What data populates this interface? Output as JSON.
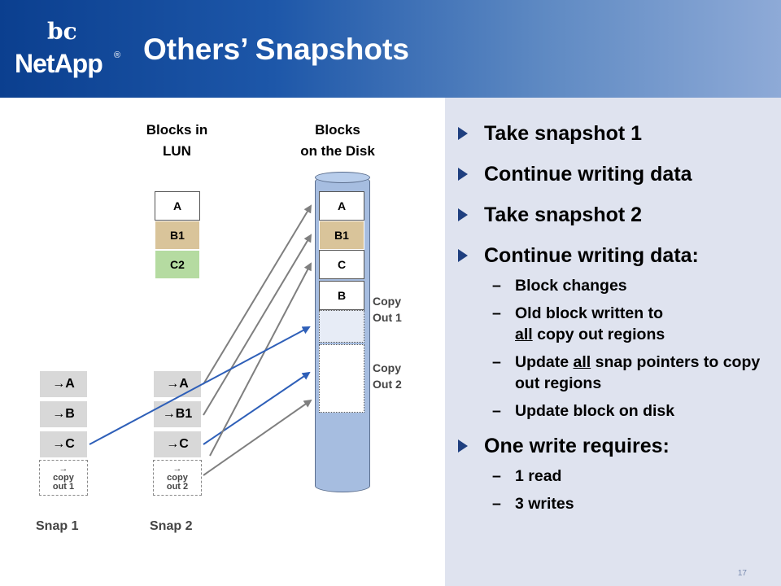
{
  "header": {
    "logo_mark": "bc",
    "logo_text": "NetApp",
    "logo_reg": "®",
    "title": "Others’ Snapshots"
  },
  "diagram": {
    "lun_label": "Blocks in LUN",
    "lun_label_l1": "Blocks in",
    "lun_label_l2": "LUN",
    "disk_label_l1": "Blocks",
    "disk_label_l2": "on the Disk",
    "lun_blocks": [
      "A",
      "B1",
      "C2"
    ],
    "disk_blocks": [
      "A",
      "B1",
      "C",
      "B"
    ],
    "snap1": {
      "pointers": [
        "A",
        "B",
        "C"
      ],
      "copy_l1": "copy",
      "copy_l2": "out 1",
      "label": "Snap 1"
    },
    "snap2": {
      "pointers": [
        "A",
        "B1",
        "C"
      ],
      "copy_l1": "copy",
      "copy_l2": "out 2",
      "label": "Snap 2"
    },
    "copy_out1_l1": "Copy",
    "copy_out1_l2": "Out 1",
    "copy_out2_l1": "Copy",
    "copy_out2_l2": "Out 2",
    "arrow_glyph": "→"
  },
  "bullets": {
    "b1": "Take snapshot 1",
    "b2": "Continue writing data",
    "b3": "Take snapshot 2",
    "b4": "Continue writing data:",
    "b4_sub1": "Block changes",
    "b4_sub2_l1": "Old block written to",
    "b4_sub2_u": "all",
    "b4_sub2_rest": " copy out regions",
    "b4_sub3_pre": "Update ",
    "b4_sub3_u": "all",
    "b4_sub3_rest": " snap pointers to copy out regions",
    "b4_sub4": "Update block on disk",
    "b5": "One write requires:",
    "b5_sub1": "1 read",
    "b5_sub2": "3 writes",
    "dash": "–"
  },
  "page_number": "17",
  "colors": {
    "header_dark": "#0b3f8f",
    "panel_bg": "#dfe3ef",
    "lun_b1": "#d9c49a",
    "lun_c2": "#b5dba1",
    "arrow_gray": "#7f7f7f",
    "arrow_blue": "#2e5fb8",
    "bullet_arrow": "#1f3f7f"
  }
}
